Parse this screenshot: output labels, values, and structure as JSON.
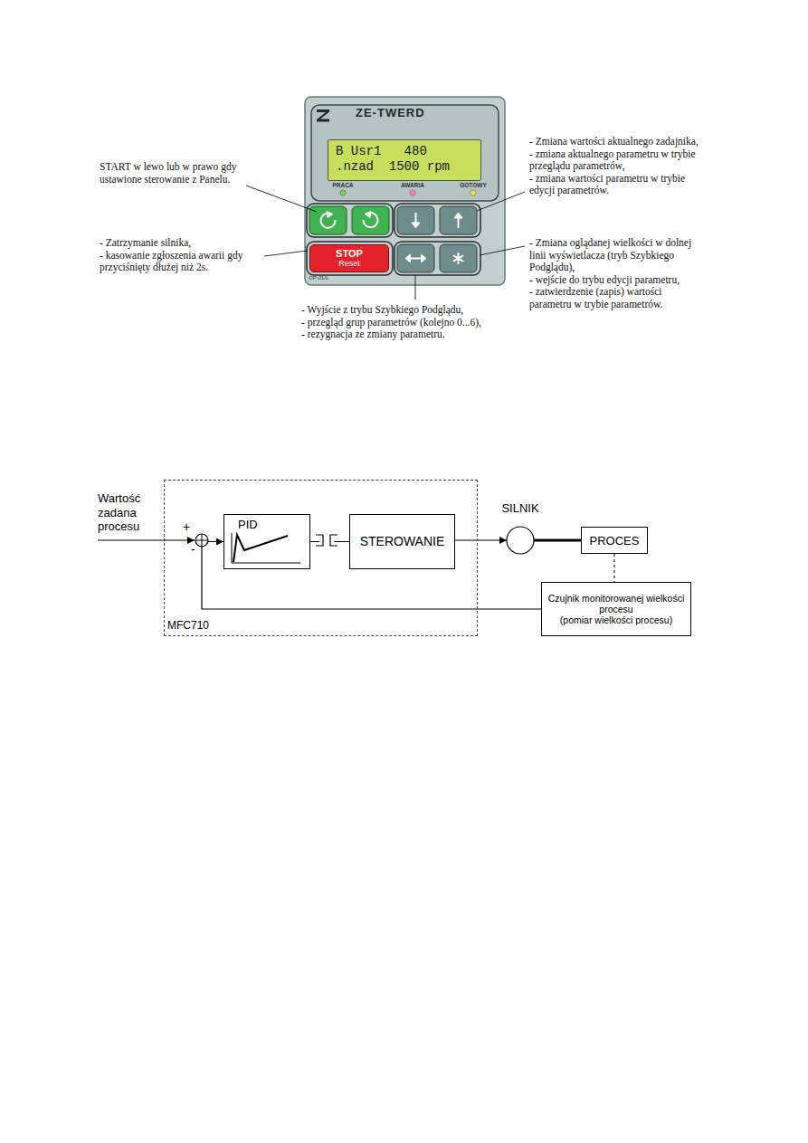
{
  "diagram": {
    "nodes": [
      {
        "text": [
          "ZE-TWERD",
          "OP-01/L"
        ]
      },
      {
        "text": [
          "B Usr1   480",
          ".nzad  1500 rpm"
        ],
        "in": 0
      },
      {
        "text": [
          "STOP",
          "Reset"
        ],
        "in": 0
      },
      {
        "text": [
          "MFC710"
        ]
      },
      {
        "text": [
          "PID"
        ],
        "in": 3
      },
      {
        "text": [
          "STEROWANIE"
        ],
        "in": 3
      },
      {
        "text": [
          "SILNIK"
        ]
      },
      {
        "text": [
          "PROCES"
        ]
      },
      {
        "text": [
          "Czujnik monitorowanej wielkości procesu",
          "(pomiar wielkości procesu)"
        ]
      }
    ],
    "edges": [
      {
        "from": 4,
        "to": 5,
        "arrow": "none"
      },
      {
        "from": 5,
        "to": 6,
        "arrow": "to"
      },
      {
        "from": 6,
        "to": 7,
        "arrow": "none"
      },
      {
        "from": 7,
        "to": 8,
        "arrow": "none"
      },
      {
        "from": 8,
        "to": 4,
        "arrow": "to"
      }
    ],
    "labels": [
      "START w lewo lub w prawo gdy ustawione sterowanie z Panelu.",
      "- Zatrzymanie silnika,",
      "- kasowanie zgłoszenia awarii gdy przyciśnięty dłużej niż 2s.",
      "PRACA",
      "AWARIA",
      "GOTOWY",
      "- Zmiana wartości aktualnego zadajnika,",
      "- zmiana aktualnego parametru w trybie przeglądu parametrów,",
      "- zmiana wartości parametru w trybie edycji parametrów.",
      "- Zmiana oglądanej wielkości w dolnej linii wyświetlacza (tryb Szybkiego Podglądu),",
      "- wejście do trybu edycji parametru,",
      "- zatwierdzenie (zapis) wartości parametru w trybie parametrów.",
      "- Wyjście z trybu Szybkiego Podglądu,",
      "- przegląd grup parametrów (kolejno 0...6),",
      "- rezygnacja ze zmiany parametru.",
      "Wartość zadana procesu",
      "+",
      "-"
    ]
  }
}
